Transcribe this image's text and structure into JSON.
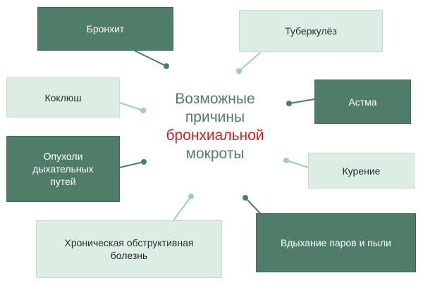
{
  "center": {
    "line1": "Возможные",
    "line2": "причины",
    "line3": "бронхиальной",
    "line4": "мокроты"
  },
  "causes": {
    "bronchitis": "Бронхит",
    "tuberculosis": "Туберкулёз",
    "pertussis": "Коклюш",
    "asthma": "Астма",
    "tumors_line1": "Опухоли",
    "tumors_line2": "дыхательных",
    "tumors_line3": "путей",
    "smoking": "Курение",
    "copd_line1": "Хроническая обструктивная",
    "copd_line2": "болезнь",
    "inhalation": "Вдыхание паров и пыли"
  },
  "colors": {
    "dark_box": "#4f7d69",
    "light_box": "#dceee4",
    "connector_dark": "#4f7d69",
    "connector_light": "#9fd0b7",
    "accent_red": "#c8262b"
  }
}
